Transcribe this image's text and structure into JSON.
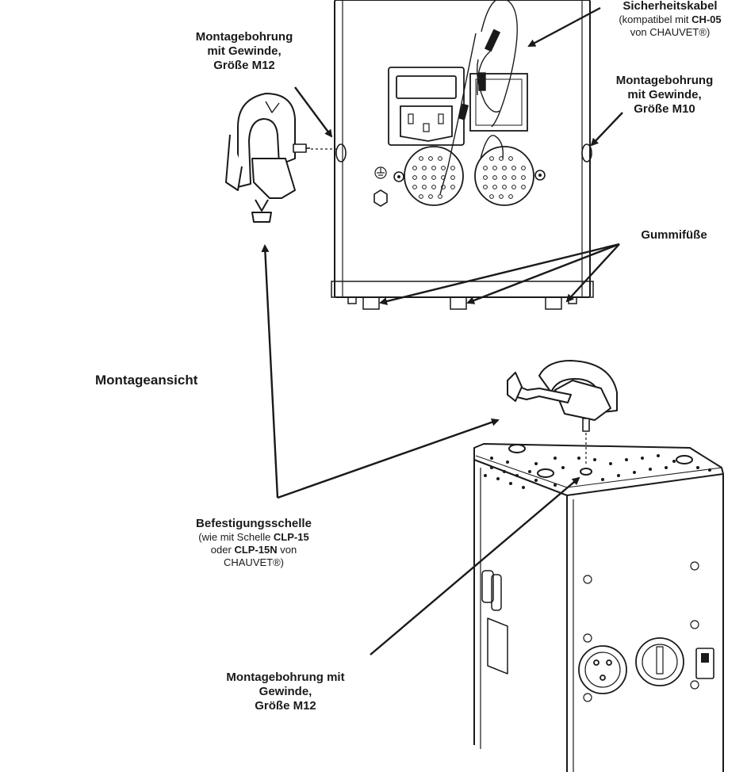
{
  "title": "Montageansicht",
  "labels": {
    "safety_cable": {
      "heading": "Sicherheitskabel",
      "line2_pre": "(kompatibel mit ",
      "line2_bold": "CH-05",
      "line3": "von CHAUVET®)"
    },
    "mount_m12_top": {
      "line1": "Montagebohrung",
      "line2": "mit Gewinde,",
      "line3": "Größe M12"
    },
    "mount_m10": {
      "line1": "Montagebohrung",
      "line2": "mit Gewinde,",
      "line3": "Größe M10"
    },
    "rubber_feet": {
      "text": "Gummifüße"
    },
    "clamp": {
      "heading": "Befestigungsschelle",
      "line2_pre": "(wie mit Schelle ",
      "line2_bold": "CLP-15",
      "line3_pre": "oder ",
      "line3_bold": "CLP-15N",
      "line3_post": " von",
      "line4": "CHAUVET®)"
    },
    "mount_m12_bottom": {
      "line1": "Montagebohrung mit",
      "line2": "Gewinde,",
      "line3": "Größe M12"
    }
  },
  "colors": {
    "line": "#1a1a1a",
    "fill": "#ffffff",
    "shade": "#d9d9d9"
  },
  "icons": [
    "ground-symbol-icon",
    "power-inlet-icon",
    "xlr-connector-icon",
    "clamp-icon"
  ]
}
